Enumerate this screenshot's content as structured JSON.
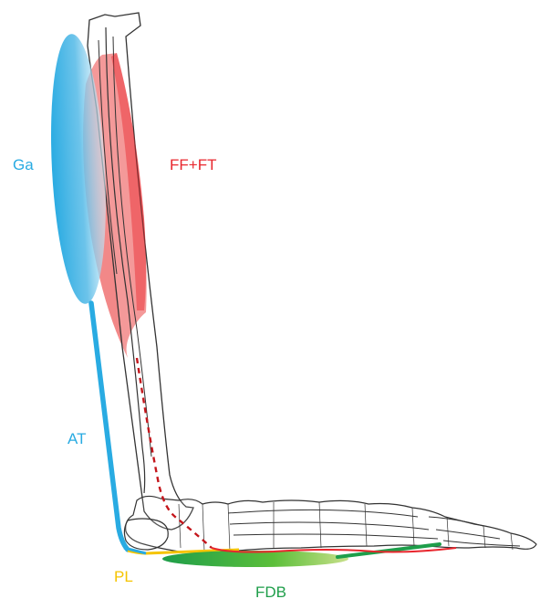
{
  "labels": {
    "ga": "Ga",
    "ff_ft": "FF+FT",
    "at": "AT",
    "pl": "PL",
    "fdb": "FDB"
  },
  "colors": {
    "ga": "#29abe2",
    "ff_ft": "#e8262d",
    "at": "#29abe2",
    "pl": "#f5c400",
    "fdb": "#1e9e4a",
    "bone_outline": "#333333"
  }
}
